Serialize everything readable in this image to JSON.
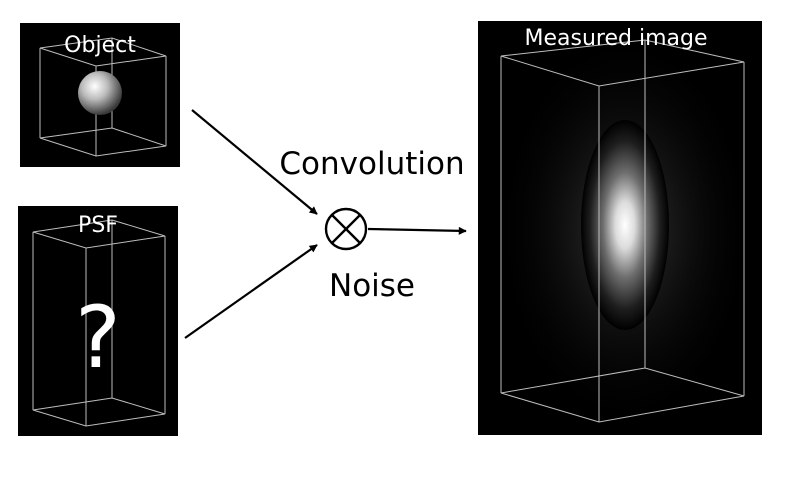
{
  "panels": {
    "object": {
      "label": "Object"
    },
    "psf": {
      "label": "PSF",
      "symbol": "?"
    },
    "measured": {
      "label": "Measured image"
    }
  },
  "operations": {
    "convolution": "Convolution",
    "noise": "Noise",
    "operator_icon": "circle-times-icon"
  },
  "colors": {
    "panel_bg": "#000000",
    "box_edge": "#bdbdbd",
    "arrow": "#000000",
    "background": "#ffffff"
  }
}
